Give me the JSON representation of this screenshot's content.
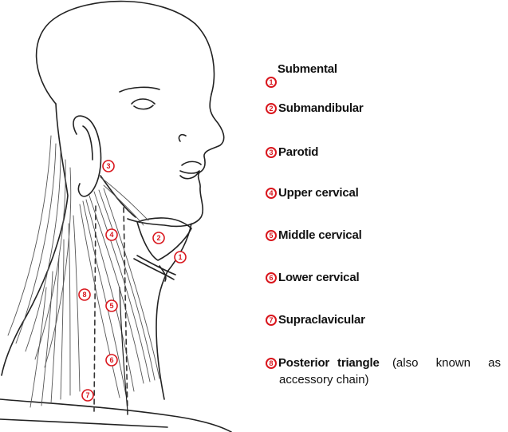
{
  "badges": [
    "1",
    "2",
    "3",
    "4",
    "5",
    "6",
    "7",
    "8"
  ],
  "legend": {
    "items": [
      {
        "num": "1",
        "label": "Submental"
      },
      {
        "num": "2",
        "label": "Submandibular"
      },
      {
        "num": "3",
        "label": "Parotid"
      },
      {
        "num": "4",
        "label": "Upper cervical"
      },
      {
        "num": "5",
        "label": "Middle cervical"
      },
      {
        "num": "6",
        "label": "Lower cervical"
      },
      {
        "num": "7",
        "label": "Supraclavicular"
      },
      {
        "num": "8",
        "label": "Posterior triangle",
        "note_a": "(also known as",
        "note_b": "accessory chain)"
      }
    ]
  },
  "colors": {
    "badge": "#d9161d",
    "line": "#222222"
  }
}
